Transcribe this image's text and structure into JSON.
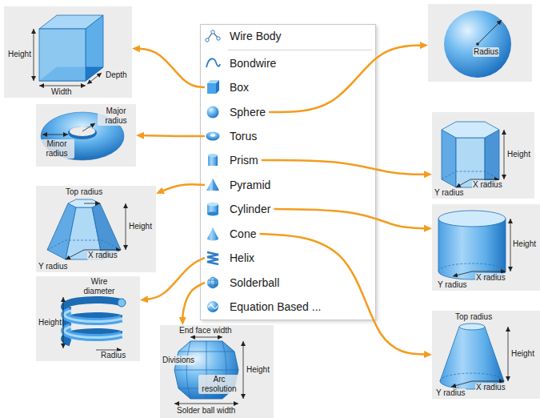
{
  "diagram": {
    "nodes": [
      {
        "text": [
          "Wire Body"
        ]
      },
      {
        "text": [
          "Bondwire"
        ]
      },
      {
        "text": [
          "Box"
        ]
      },
      {
        "text": [
          "Sphere"
        ]
      },
      {
        "text": [
          "Torus"
        ]
      },
      {
        "text": [
          "Prism"
        ]
      },
      {
        "text": [
          "Pyramid"
        ]
      },
      {
        "text": [
          "Cylinder"
        ]
      },
      {
        "text": [
          "Cone"
        ]
      },
      {
        "text": [
          "Helix"
        ]
      },
      {
        "text": [
          "Solderball"
        ]
      },
      {
        "text": [
          "Equation Based ..."
        ]
      },
      {
        "text": [
          "Height",
          "Width",
          "Depth"
        ]
      },
      {
        "text": [
          "Radius"
        ]
      },
      {
        "text": [
          "Major radius",
          "Minor radius"
        ]
      },
      {
        "text": [
          "Height",
          "Y radius",
          "X radius"
        ]
      },
      {
        "text": [
          "Top radius",
          "Height",
          "Y radius",
          "X radius"
        ]
      },
      {
        "text": [
          "Height",
          "Y radius",
          "X radius"
        ]
      },
      {
        "text": [
          "Wire diameter",
          "Height",
          "Radius"
        ]
      },
      {
        "text": [
          "Top radius",
          "Height",
          "Y radius",
          "X radius"
        ]
      },
      {
        "text": [
          "End face width",
          "Divisions",
          "Height",
          "Arc resolution",
          "Solder ball width"
        ]
      }
    ],
    "edges": [
      {
        "from": 2,
        "to": 12,
        "arrow": "to"
      },
      {
        "from": 3,
        "to": 13,
        "arrow": "to"
      },
      {
        "from": 4,
        "to": 14,
        "arrow": "to"
      },
      {
        "from": 5,
        "to": 15,
        "arrow": "to"
      },
      {
        "from": 6,
        "to": 16,
        "arrow": "to"
      },
      {
        "from": 7,
        "to": 17,
        "arrow": "to"
      },
      {
        "from": 8,
        "to": 19,
        "arrow": "to"
      },
      {
        "from": 9,
        "to": 18,
        "arrow": "to"
      },
      {
        "from": 10,
        "to": 20,
        "arrow": "to"
      }
    ]
  }
}
